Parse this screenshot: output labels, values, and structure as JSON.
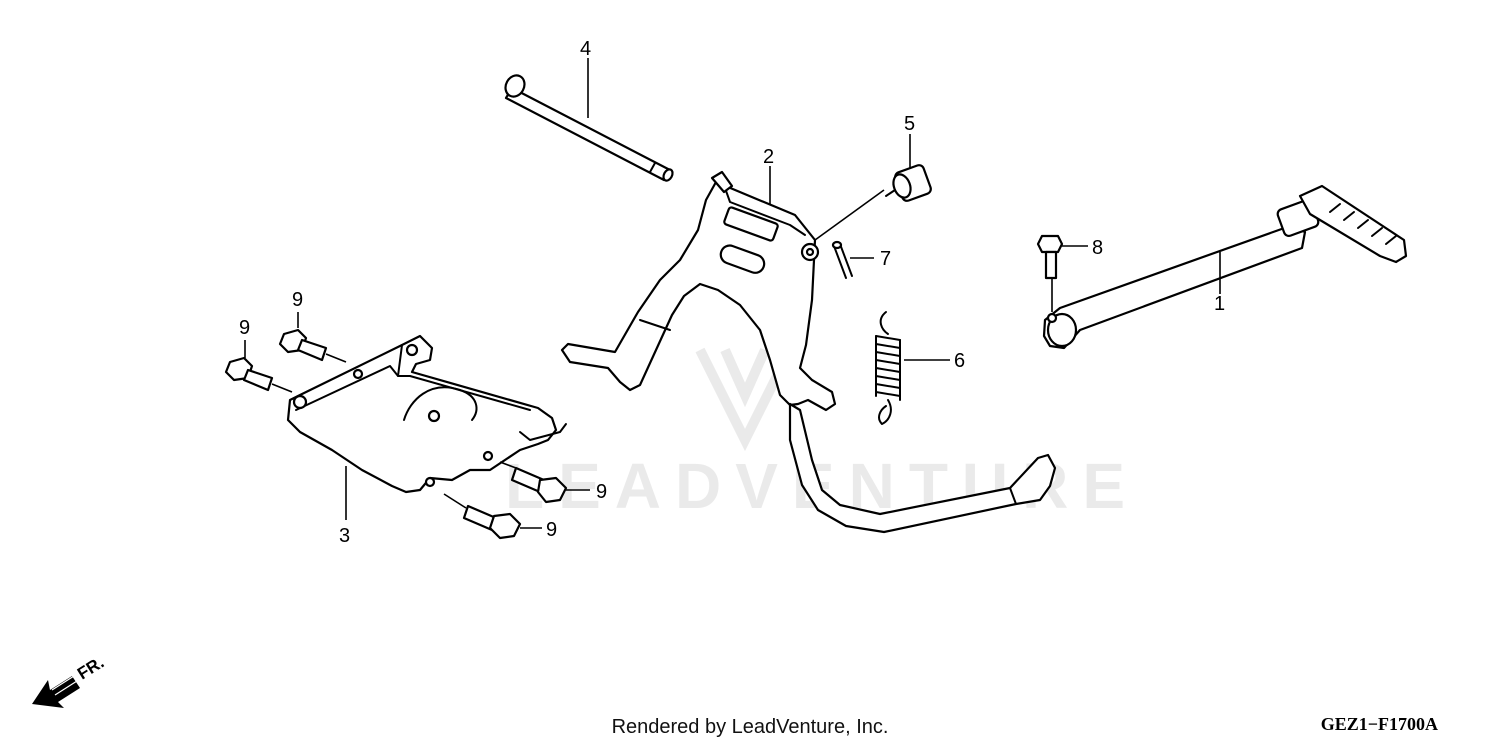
{
  "diagram": {
    "watermark": "LEADVENTURE",
    "callouts": {
      "p1": "1",
      "p2": "2",
      "p3": "3",
      "p4": "4",
      "p5": "5",
      "p6": "6",
      "p7": "7",
      "p8": "8",
      "p9": "9"
    },
    "direction_label": "FR."
  },
  "footer": {
    "credit": "Rendered by LeadVenture, Inc.",
    "code": "GEZ1−F1700A"
  },
  "colors": {
    "line": "#000000",
    "background": "#ffffff",
    "watermark": "#d9d9d9"
  }
}
